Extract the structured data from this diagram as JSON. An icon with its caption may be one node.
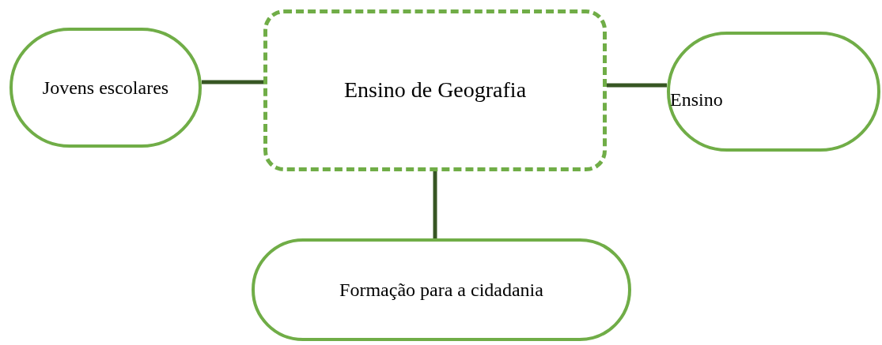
{
  "diagram": {
    "nodes": [
      {
        "text": [
          "Ensino de Geografia"
        ]
      },
      {
        "text": [
          "Jovens escolares"
        ]
      },
      {
        "text": [
          "Ensino"
        ]
      },
      {
        "text": [
          "Formação para a cidadania"
        ]
      }
    ],
    "edges": [
      {
        "from": 1,
        "to": 0,
        "arrow": "none"
      },
      {
        "from": 0,
        "to": 2,
        "arrow": "none"
      },
      {
        "from": 0,
        "to": 3,
        "arrow": "none"
      }
    ]
  }
}
